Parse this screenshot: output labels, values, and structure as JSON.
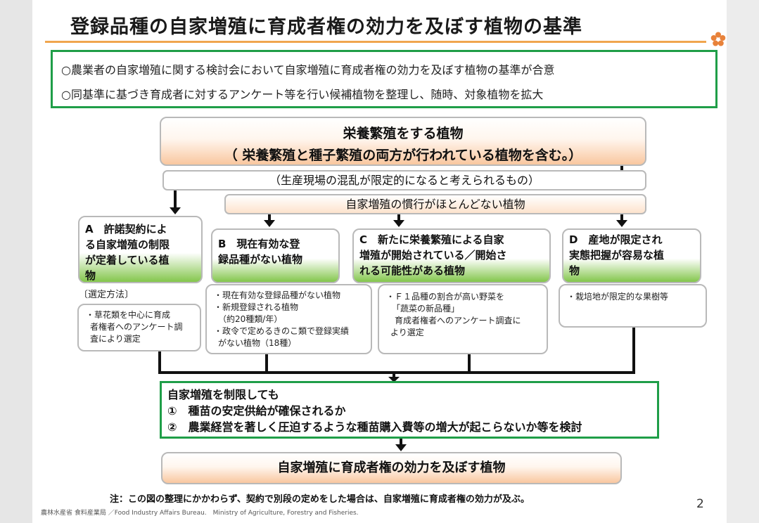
{
  "title": "登録品種の自家増殖に育成者権の効力を及ぼす植物の基準",
  "summary": [
    "○農業者の自家増殖に関する検討会において自家増殖に育成者権の効力を及ぼす植物の基準が合意",
    "○同基準に基づき育成者に対するアンケート等を行い候補植物を整理し、随時、対象植物を拡大"
  ],
  "main_box": {
    "line1": "栄養繁殖をする植物",
    "line2": "（ 栄養繁殖と種子繁殖の両方が行われている植物を含む。）"
  },
  "condition1": "（生産現場の混乱が限定的になると考えられるもの）",
  "condition2": "自家増殖の慣行がほとんどない植物",
  "categories": [
    {
      "label": [
        "A　許諾契約によ",
        "る自家増殖の制限",
        "が定着している植",
        "物"
      ]
    },
    {
      "label": [
        "B　現在有効な登",
        "録品種がない植物"
      ]
    },
    {
      "label": [
        "C　新たに栄養繁殖による自家",
        "増殖が開始されている／開始さ",
        "れる可能性がある植物"
      ]
    },
    {
      "label": [
        "D　産地が限定され",
        "実態把握が容易な植",
        "物"
      ]
    }
  ],
  "selection_method_label": "〔選定方法〕",
  "descriptions": [
    [
      "・草花類を中心に育成",
      "者権者へのアンケート調",
      "査により選定"
    ],
    [
      "・現在有効な登録品種がない植物",
      "・新規登録される植物",
      "（約20種類/年）",
      "・政令で定めるきのこ類で登録実績",
      "がない植物（18種）"
    ],
    [
      "・Ｆ１品種の割合が高い野菜を",
      "「蔬菜の新品種」",
      "育成者権者へのアンケート調査に",
      "より選定"
    ],
    [
      "・栽培地が限定的な果樹等"
    ]
  ],
  "check": {
    "line1": "自家増殖を制限しても",
    "line2": "①　種苗の安定供給が確保されるか",
    "line3": "②　農業経営を著しく圧迫するような種苗購入費等の増大が起こらないか等を検討"
  },
  "result": "自家増殖に育成者権の効力を及ぼす植物",
  "note": "注：この図の整理にかかわらず、契約で別段の定めをした場合は、自家増殖に育成者権の効力が及ぶ。",
  "footer": "農林水産省 食料産業局 ／Food Industry Affairs Bureau.　Ministry of Agriculture, Forestry and Fisheries.",
  "page_number": "2",
  "colors": {
    "accent_line": "#f0a64e",
    "frame_green": "#1f9e48",
    "category_green": "#83c64c",
    "orange_fill": "#f9c79f"
  }
}
